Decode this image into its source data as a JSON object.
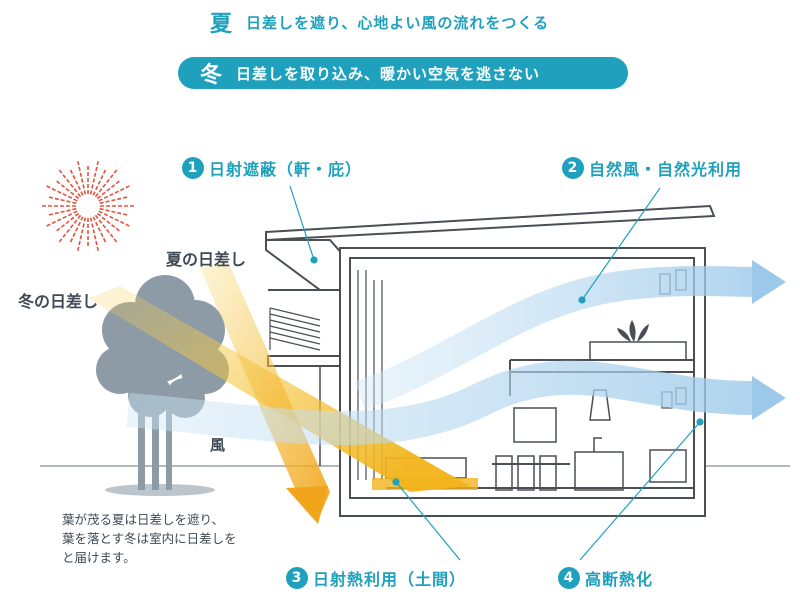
{
  "header": {
    "summer": {
      "season": "夏",
      "text": "日差しを遮り、心地よい風の流れをつくる"
    },
    "winter": {
      "season": "冬",
      "text": "日差しを取り込み、暖かい空気を逃さない"
    }
  },
  "labels": {
    "summer_sun": "夏の日差し",
    "winter_sun": "冬の日差し",
    "wind": "風"
  },
  "features": [
    {
      "num": "1",
      "label": "日射遮蔽（軒・庇）"
    },
    {
      "num": "2",
      "label": "自然風・自然光利用"
    },
    {
      "num": "3",
      "label": "日射熱利用（土間）"
    },
    {
      "num": "4",
      "label": "高断熱化"
    }
  ],
  "note": {
    "line1": "葉が茂る夏は日差しを遮り、",
    "line2": "葉を落とす冬は室内に日差しを",
    "line3": "と届けます。"
  },
  "colors": {
    "accent": "#1fa1bd",
    "sun": "#e0533d",
    "tree": "#8c9ba6",
    "wind": "#a9d3ec",
    "sunlight": "#f3b41b",
    "house_line": "#4a4f55"
  }
}
